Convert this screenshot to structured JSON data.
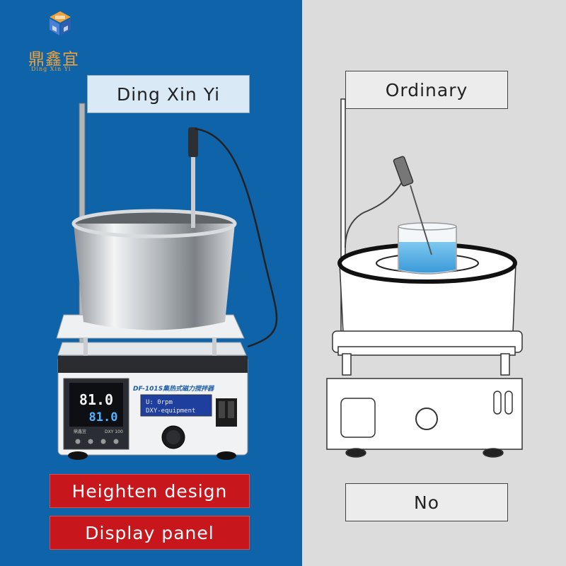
{
  "brand": {
    "name_cn": "鼎鑫宜",
    "name_en": "Ding Xin Yi"
  },
  "labels": {
    "left_title": "Ding Xin Yi",
    "right_title": "Ordinary",
    "feature_1": "Heighten design",
    "feature_2": "Display panel",
    "right_answer": "No"
  },
  "device": {
    "model_label": "DF-101S集热式磁力搅拌器",
    "temp_set": "81.0",
    "temp_actual": "81.0",
    "lcd_line_1": "U: 0rpm",
    "lcd_line_2": "DXY-equipment",
    "controller_brand": "鼎鑫宜",
    "controller_model": "DXY 100"
  },
  "colors": {
    "left_background": "#0f63a8",
    "right_background": "#dcdcdc",
    "feature_label_red": "#c8161d",
    "logo_orange": "#f0a23a"
  },
  "icons": [
    "cube-logo-icon",
    "knob-icon",
    "power-switch-icon"
  ]
}
